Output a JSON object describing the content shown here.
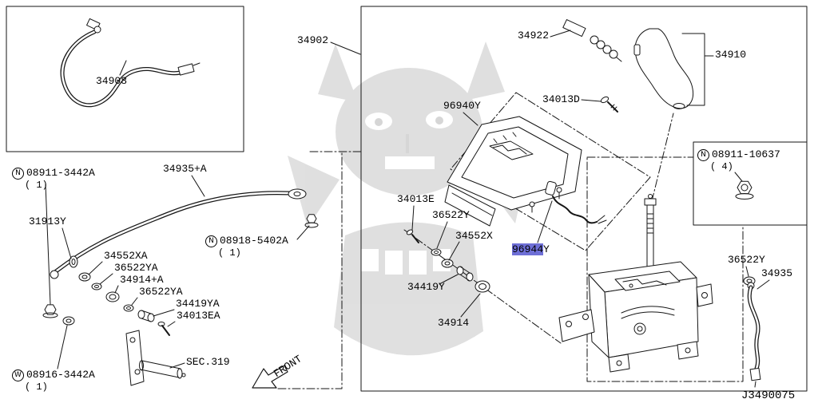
{
  "drawing_code": "J3490075",
  "front_marker": "FRONT",
  "colors": {
    "highlight_bg": "#6e6fd6",
    "line": "#161616",
    "watermark": "#8f8f8f"
  },
  "selected_part": "96944",
  "labels": {
    "p34908": {
      "text": "34908"
    },
    "p34902": {
      "text": "34902"
    },
    "p34922": {
      "text": "34922"
    },
    "p34910": {
      "text": "34910"
    },
    "p34013d": {
      "text": "34013D"
    },
    "p96940y": {
      "text": "96940Y"
    },
    "n10637": {
      "prefix": "N",
      "text": "08911-10637",
      "qty": "( 4)"
    },
    "p34013e": {
      "text": "34013E"
    },
    "p36522y_center": {
      "text": "36522Y"
    },
    "p34552x": {
      "text": "34552X"
    },
    "p96944y": {
      "highlight": "96944",
      "suffix": "Y"
    },
    "p34419y": {
      "text": "34419Y"
    },
    "p34914": {
      "text": "34914"
    },
    "p36522y_right": {
      "text": "36522Y"
    },
    "p34935_right": {
      "text": "34935"
    },
    "n3442a": {
      "prefix": "N",
      "text": "08911-3442A",
      "qty": "( 1)"
    },
    "p34935a": {
      "text": "34935+A"
    },
    "p31913y": {
      "text": "31913Y"
    },
    "n5402a": {
      "prefix": "N",
      "text": "08918-5402A",
      "qty": "( 1)"
    },
    "p34552xa": {
      "text": "34552XA"
    },
    "p36522ya1": {
      "text": "36522YA"
    },
    "p34914a": {
      "text": "34914+A"
    },
    "p36522ya2": {
      "text": "36522YA"
    },
    "p34419ya": {
      "text": "34419YA"
    },
    "p34013ea": {
      "text": "34013EA"
    },
    "w3442a": {
      "prefix": "W",
      "text": "08916-3442A",
      "qty": "( 1)"
    },
    "sec319": {
      "text": "SEC.319"
    },
    "front": {
      "text": "FRONT"
    },
    "code": {
      "text": "J3490075"
    }
  }
}
